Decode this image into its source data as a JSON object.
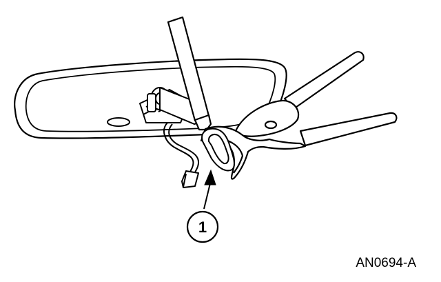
{
  "figure": {
    "callout_number": "1",
    "figure_id": "AN0694-A"
  },
  "icons": [
    "rear-view-mirror",
    "mirror-mount-bracket",
    "wiring-harness",
    "connector-plug",
    "screwdriver",
    "retaining-clip",
    "locking-pliers"
  ],
  "colors": {
    "line": "#000000",
    "background": "#ffffff"
  }
}
